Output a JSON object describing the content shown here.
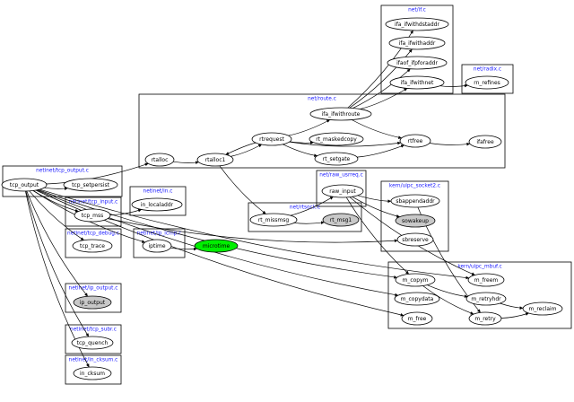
{
  "colors": {
    "node_default": "#ffffff",
    "node_gray": "#c8c8c8",
    "node_green": "#00ee00",
    "cluster_label": "#1a1aff",
    "stroke": "#000000"
  },
  "clusters": [
    {
      "id": "netif",
      "label": "net/if.c"
    },
    {
      "id": "radix",
      "label": "net/radix.c"
    },
    {
      "id": "route",
      "label": "net/route.c"
    },
    {
      "id": "tcpoutput",
      "label": "netinet/tcp_output.c"
    },
    {
      "id": "tcpinput",
      "label": "netinet/tcp_input.c"
    },
    {
      "id": "inc",
      "label": "netinet/in.c"
    },
    {
      "id": "rawusrreq",
      "label": "net/raw_usrreq.c"
    },
    {
      "id": "uipcsocket2",
      "label": "kern/uipc_socket2.c"
    },
    {
      "id": "rtsock",
      "label": "net/rtsock.c"
    },
    {
      "id": "tcpdebug",
      "label": "netinet/tcp_debug.c"
    },
    {
      "id": "ipicmp",
      "label": "netinet/ip_icmp.c"
    },
    {
      "id": "uipcmbuf",
      "label": "kern/uipc_mbuf.c"
    },
    {
      "id": "ipoutput",
      "label": "netinet/ip_output.c"
    },
    {
      "id": "tcpsubr",
      "label": "netinet/tcp_subr.c"
    },
    {
      "id": "incksum",
      "label": "netinet/in_cksum.c"
    }
  ],
  "nodes": [
    {
      "id": "ifa_ifwithdstaddr",
      "label": "ifa_ifwithdstaddr",
      "fill": "default"
    },
    {
      "id": "ifa_ifwithaddr",
      "label": "ifa_ifwithaddr",
      "fill": "default"
    },
    {
      "id": "ifaof_ifpforaddr",
      "label": "ifaof_ifpforaddr",
      "fill": "default"
    },
    {
      "id": "ifa_ifwithnet",
      "label": "ifa_ifwithnet",
      "fill": "default"
    },
    {
      "id": "rn_refines",
      "label": "rn_refines",
      "fill": "default"
    },
    {
      "id": "ifa_ifwithroute",
      "label": "ifa_ifwithroute",
      "fill": "default"
    },
    {
      "id": "rtrequest",
      "label": "rtrequest",
      "fill": "default"
    },
    {
      "id": "rt_maskedcopy",
      "label": "rt_maskedcopy",
      "fill": "default"
    },
    {
      "id": "rtfree",
      "label": "rtfree",
      "fill": "default"
    },
    {
      "id": "ifafree",
      "label": "ifafree",
      "fill": "default"
    },
    {
      "id": "rtalloc",
      "label": "rtalloc",
      "fill": "default"
    },
    {
      "id": "rtalloc1",
      "label": "rtalloc1",
      "fill": "default"
    },
    {
      "id": "rt_setgate",
      "label": "rt_setgate",
      "fill": "default"
    },
    {
      "id": "tcp_output",
      "label": "tcp_output",
      "fill": "default"
    },
    {
      "id": "tcp_setpersist",
      "label": "tcp_setpersist",
      "fill": "default"
    },
    {
      "id": "tcp_mss",
      "label": "tcp_mss",
      "fill": "default"
    },
    {
      "id": "in_localaddr",
      "label": "in_localaddr",
      "fill": "default"
    },
    {
      "id": "raw_input",
      "label": "raw_input",
      "fill": "default"
    },
    {
      "id": "sbappendaddr",
      "label": "sbappendaddr",
      "fill": "default"
    },
    {
      "id": "sowakeup",
      "label": "sowakeup",
      "fill": "gray"
    },
    {
      "id": "sbreserve",
      "label": "sbreserve",
      "fill": "default"
    },
    {
      "id": "rt_missmsg",
      "label": "rt_missmsg",
      "fill": "default"
    },
    {
      "id": "rt_msg1",
      "label": "rt_msg1",
      "fill": "gray"
    },
    {
      "id": "tcp_trace",
      "label": "tcp_trace",
      "fill": "default"
    },
    {
      "id": "iptime",
      "label": "iptime",
      "fill": "default"
    },
    {
      "id": "microtime",
      "label": "microtime",
      "fill": "green"
    },
    {
      "id": "m_freem",
      "label": "m_freem",
      "fill": "default"
    },
    {
      "id": "m_copym",
      "label": "m_copym",
      "fill": "default"
    },
    {
      "id": "m_retryhdr",
      "label": "m_retryhdr",
      "fill": "default"
    },
    {
      "id": "m_reclaim",
      "label": "m_reclaim",
      "fill": "default"
    },
    {
      "id": "m_copydata",
      "label": "m_copydata",
      "fill": "default"
    },
    {
      "id": "m_retry",
      "label": "m_retry",
      "fill": "default"
    },
    {
      "id": "m_free",
      "label": "m_free",
      "fill": "default"
    },
    {
      "id": "ip_output",
      "label": "ip_output",
      "fill": "gray"
    },
    {
      "id": "tcp_quench",
      "label": "tcp_quench",
      "fill": "default"
    },
    {
      "id": "in_cksum",
      "label": "in_cksum",
      "fill": "default"
    }
  ],
  "edges": [
    [
      "ifa_ifwithroute",
      "ifa_ifwithdstaddr"
    ],
    [
      "ifa_ifwithroute",
      "ifa_ifwithaddr"
    ],
    [
      "ifa_ifwithroute",
      "ifaof_ifpforaddr"
    ],
    [
      "ifa_ifwithroute",
      "ifa_ifwithnet"
    ],
    [
      "ifa_ifwithnet",
      "rn_refines"
    ],
    [
      "ifa_ifwithroute",
      "rtfree"
    ],
    [
      "rtrequest",
      "ifa_ifwithroute"
    ],
    [
      "rtrequest",
      "rt_maskedcopy"
    ],
    [
      "rtrequest",
      "rtfree"
    ],
    [
      "rtrequest",
      "rt_setgate"
    ],
    [
      "rtrequest",
      "rtalloc1"
    ],
    [
      "rt_setgate",
      "rtfree"
    ],
    [
      "rtfree",
      "ifafree"
    ],
    [
      "rtalloc",
      "rtalloc1"
    ],
    [
      "rtalloc1",
      "rtrequest"
    ],
    [
      "rtalloc1",
      "rt_missmsg"
    ],
    [
      "tcp_output",
      "tcp_setpersist"
    ],
    [
      "tcp_output",
      "tcp_mss"
    ],
    [
      "tcp_output",
      "rtalloc"
    ],
    [
      "tcp_output",
      "tcp_trace"
    ],
    [
      "tcp_output",
      "ip_output"
    ],
    [
      "tcp_output",
      "tcp_quench"
    ],
    [
      "tcp_output",
      "in_cksum"
    ],
    [
      "tcp_output",
      "m_copym"
    ],
    [
      "tcp_output",
      "m_copydata"
    ],
    [
      "tcp_output",
      "m_free"
    ],
    [
      "tcp_output",
      "m_freem"
    ],
    [
      "tcp_output",
      "iptime"
    ],
    [
      "tcp_mss",
      "in_localaddr"
    ],
    [
      "tcp_mss",
      "sbreserve"
    ],
    [
      "rt_missmsg",
      "raw_input"
    ],
    [
      "rt_missmsg",
      "rt_msg1"
    ],
    [
      "raw_input",
      "sbappendaddr"
    ],
    [
      "raw_input",
      "sowakeup"
    ],
    [
      "raw_input",
      "m_freem"
    ],
    [
      "raw_input",
      "m_copym"
    ],
    [
      "sbappendaddr",
      "m_retry"
    ],
    [
      "iptime",
      "microtime"
    ],
    [
      "m_copym",
      "m_retryhdr"
    ],
    [
      "m_copym",
      "m_retry"
    ],
    [
      "m_retryhdr",
      "m_reclaim"
    ],
    [
      "m_retry",
      "m_reclaim"
    ]
  ]
}
